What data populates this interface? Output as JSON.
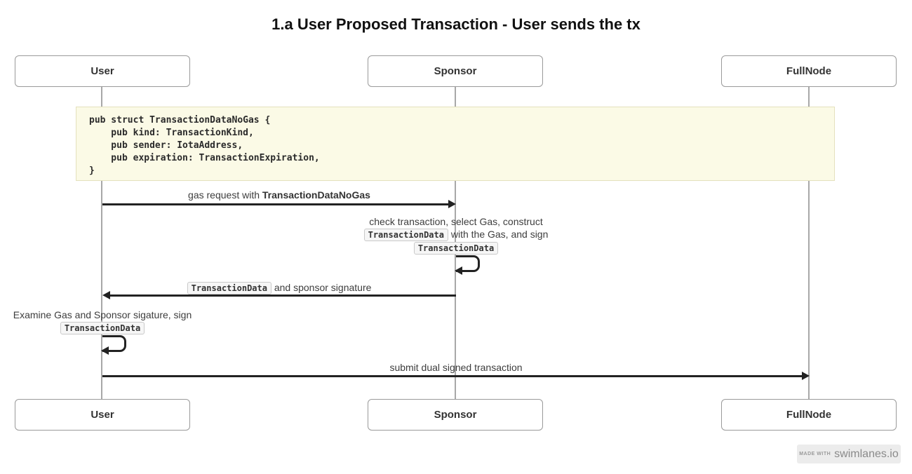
{
  "title": "1.a User Proposed Transaction - User sends the tx",
  "actors": [
    {
      "name": "User"
    },
    {
      "name": "Sponsor"
    },
    {
      "name": "FullNode"
    }
  ],
  "note": {
    "code": "pub struct TransactionDataNoGas {\n    pub kind: TransactionKind,\n    pub sender: IotaAddress,\n    pub expiration: TransactionExpiration,\n}"
  },
  "messages": {
    "m1": {
      "text": "gas request with ",
      "bold": "TransactionDataNoGas"
    },
    "m2": {
      "line1": "check transaction, select Gas, construct",
      "chip1": "TransactionData",
      "line2": " with the Gas, and sign",
      "chip2": "TransactionData"
    },
    "m3": {
      "chip": "TransactionData",
      "text": " and sponsor signature"
    },
    "m4": {
      "line1": "Examine Gas and Sponsor sigature, sign",
      "chip": "TransactionData"
    },
    "m5": {
      "text": "submit dual signed transaction"
    }
  },
  "footer": {
    "made_with": "MADE WITH",
    "brand": "swimlanes.io"
  },
  "colors": {
    "note_bg": "#fbfae6",
    "note_border": "#e4e1bd",
    "arrow": "#222222",
    "lifeline": "#a8a8a8",
    "actor_border": "#9a9a9a",
    "chip_bg": "#f6f6f6",
    "chip_border": "#c9c9c9",
    "badge_bg": "#ececec"
  }
}
